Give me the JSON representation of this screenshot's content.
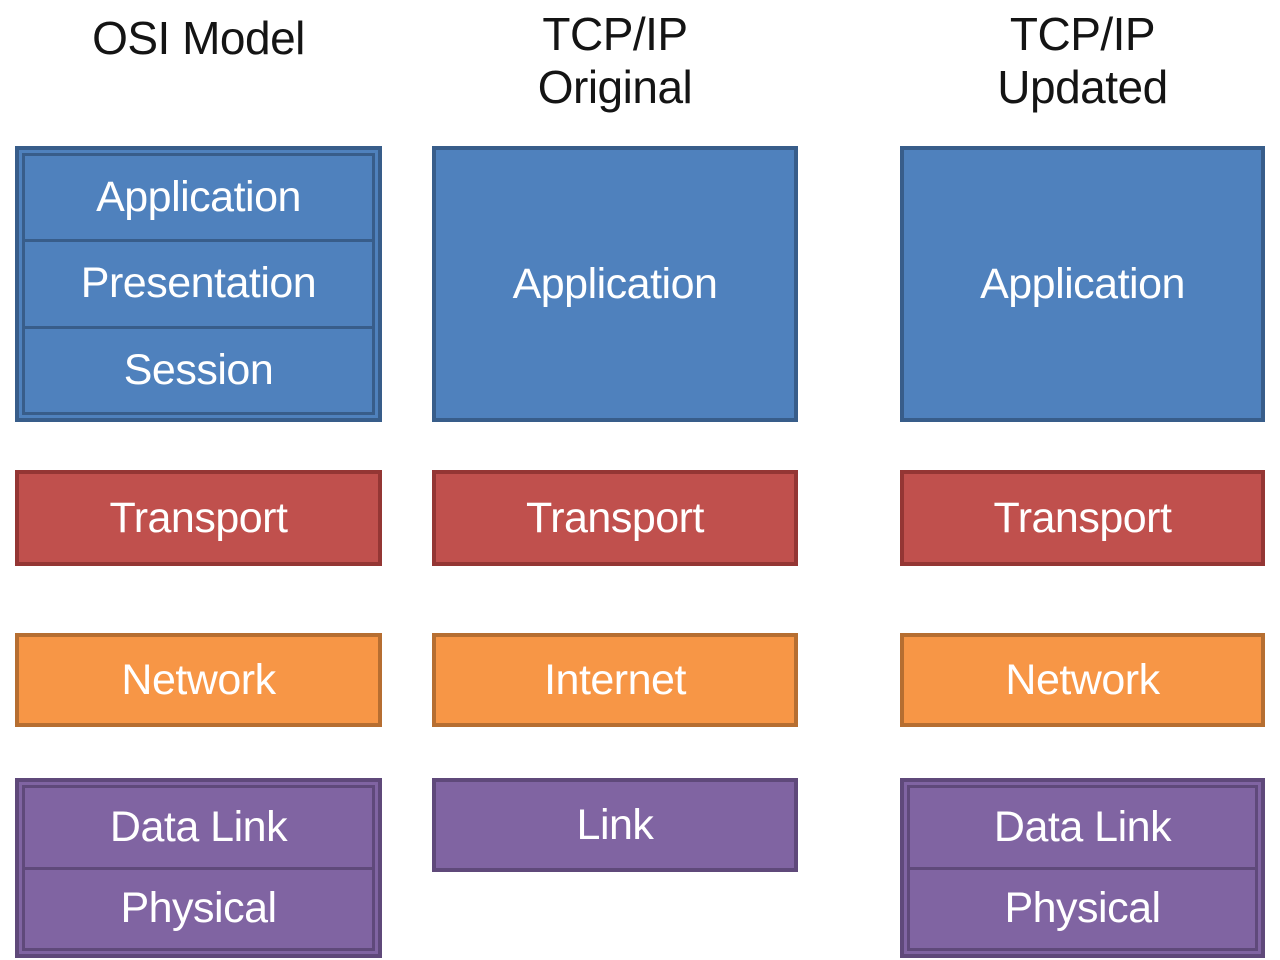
{
  "palette": {
    "background": "#ffffff",
    "title-text": "#141414",
    "label-text": "#ffffff",
    "blue-fill": "#4F81BD",
    "blue-border": "#385D8A",
    "red-fill": "#C0504D",
    "red-border": "#943634",
    "orange-fill": "#F79646",
    "orange-border": "#B66E31",
    "purple-fill": "#8064A2",
    "purple-border": "#5F497A"
  },
  "columns": [
    {
      "title_lines": [
        "OSI Model"
      ],
      "blocks": [
        {
          "type": "group",
          "color": "blue",
          "rows": [
            "Application",
            "Presentation",
            "Session"
          ]
        },
        {
          "type": "single",
          "color": "red",
          "label": "Transport"
        },
        {
          "type": "single",
          "color": "orange",
          "label": "Network"
        },
        {
          "type": "group",
          "color": "purple",
          "rows": [
            "Data Link",
            "Physical"
          ]
        }
      ]
    },
    {
      "title_lines": [
        "TCP/IP",
        "Original"
      ],
      "blocks": [
        {
          "type": "single",
          "color": "blue",
          "label": "Application"
        },
        {
          "type": "single",
          "color": "red",
          "label": "Transport"
        },
        {
          "type": "single",
          "color": "orange",
          "label": "Internet"
        },
        {
          "type": "single",
          "color": "purple",
          "label": "Link"
        }
      ]
    },
    {
      "title_lines": [
        "TCP/IP",
        "Updated"
      ],
      "blocks": [
        {
          "type": "single",
          "color": "blue",
          "label": "Application"
        },
        {
          "type": "single",
          "color": "red",
          "label": "Transport"
        },
        {
          "type": "single",
          "color": "orange",
          "label": "Network"
        },
        {
          "type": "group",
          "color": "purple",
          "rows": [
            "Data Link",
            "Physical"
          ]
        }
      ]
    }
  ]
}
